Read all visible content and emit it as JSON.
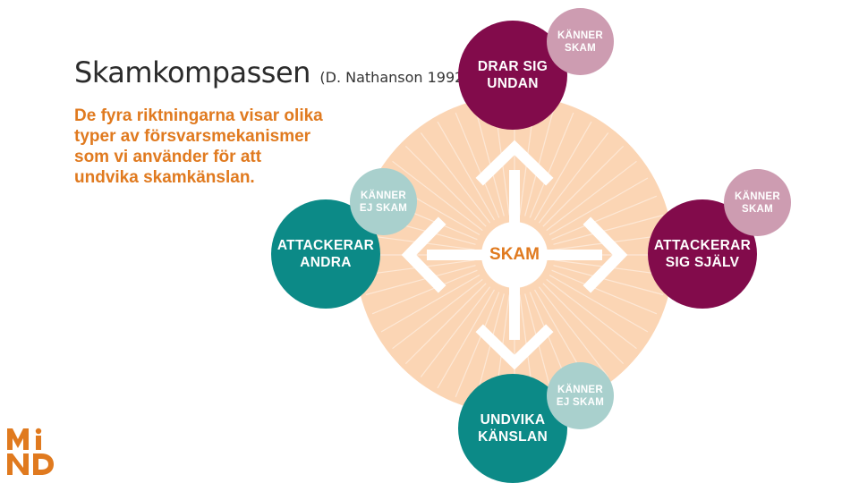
{
  "title": {
    "main": "Skamkompassen",
    "citation": "(D. Nathanson 1992)"
  },
  "subtitle": {
    "lines": [
      "De fyra riktningarna visar olika",
      "typer av försvarsmekanismer",
      "som vi använder för att",
      "undvika skamkänslan."
    ]
  },
  "center": {
    "label": "SKAM"
  },
  "nodes": {
    "top": {
      "line1": "DRAR SIG",
      "line2": "UNDAN",
      "badge1": "KÄNNER",
      "badge2": "SKAM"
    },
    "right": {
      "line1": "ATTACKERAR",
      "line2": "SIG SJÄLV",
      "badge1": "KÄNNER",
      "badge2": "SKAM"
    },
    "left": {
      "line1": "ATTACKERAR",
      "line2": "ANDRA",
      "badge1": "KÄNNER",
      "badge2": "EJ SKAM"
    },
    "bottom": {
      "line1": "UNDVIKA",
      "line2": "KÄNSLAN",
      "badge1": "KÄNNER",
      "badge2": "EJ SKAM"
    }
  },
  "colors": {
    "compass_fill": "#fbd5b4",
    "accent_orange": "#e07a1f",
    "burgundy": "#820b4b",
    "burgundy_light": "#cd9cb1",
    "teal": "#0c8a87",
    "teal_light": "#a9d0cd"
  },
  "logo": {
    "text": "MIND",
    "icons": "mind-logo"
  }
}
